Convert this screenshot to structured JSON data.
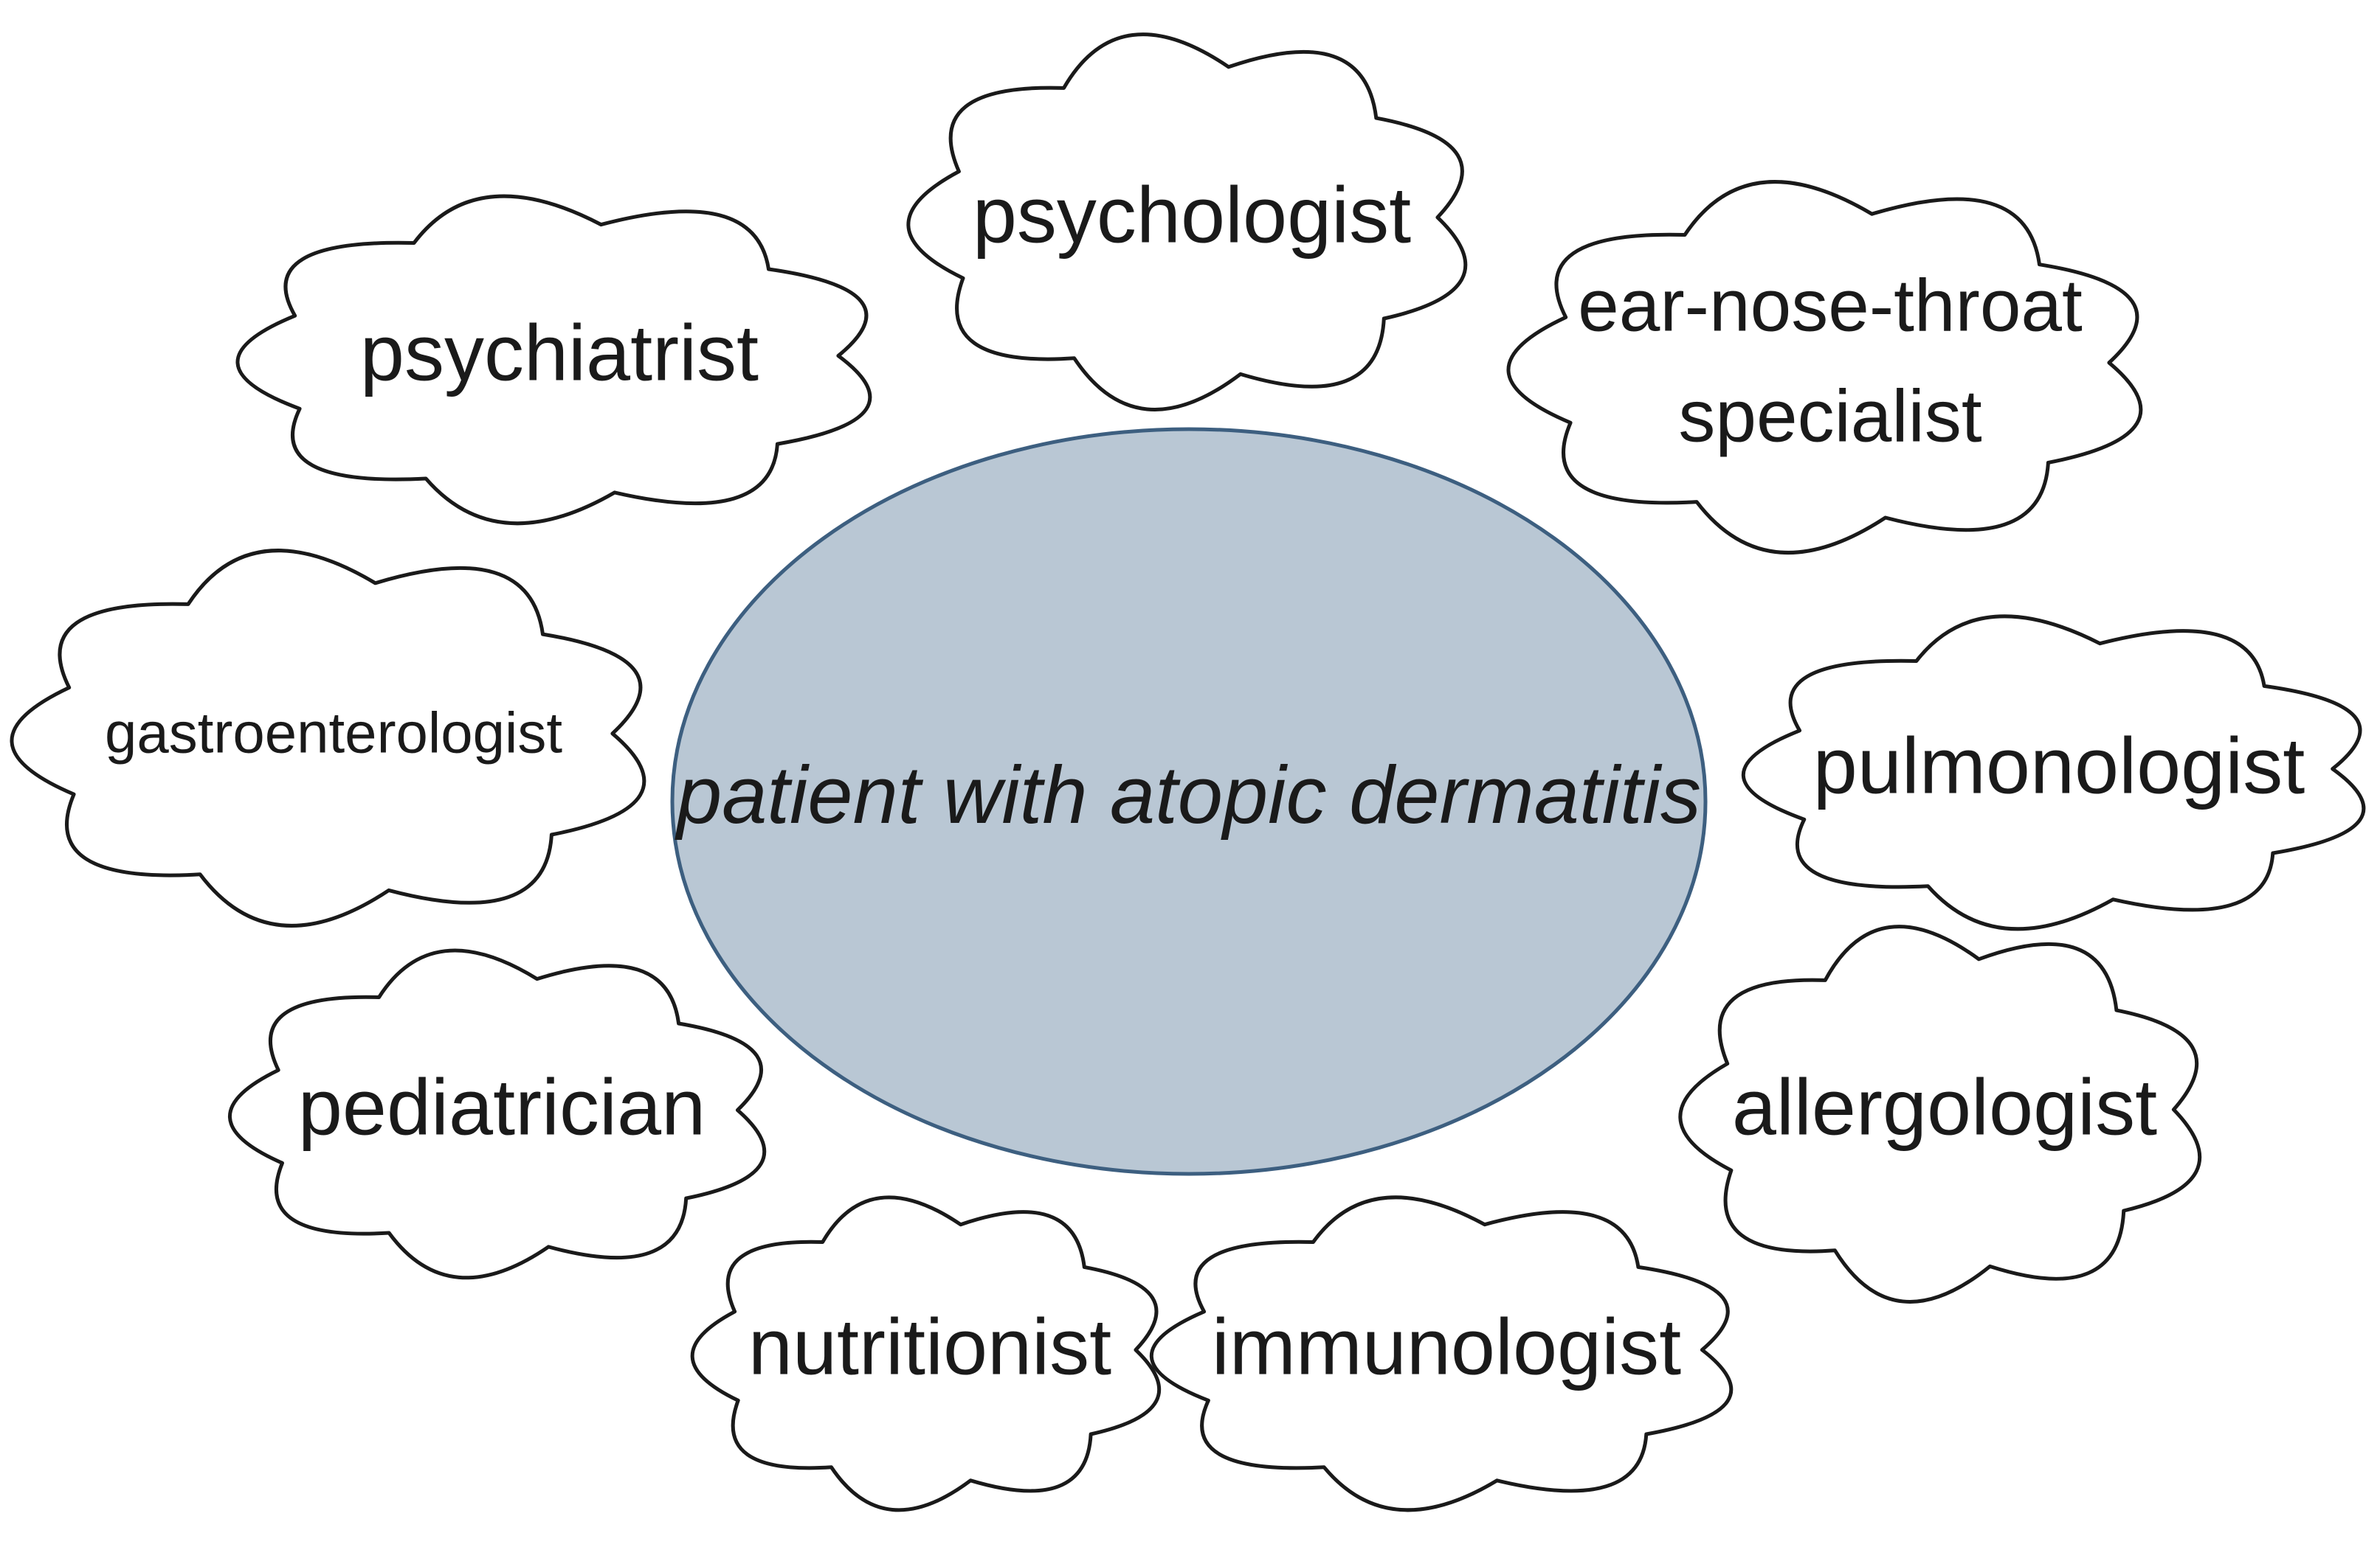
{
  "center": {
    "label": "patient with atopic dermatitis",
    "fill_color": "#b9c7d4",
    "stroke_color": "#3d5f80"
  },
  "specialists": [
    {
      "id": "psychologist",
      "lines": [
        "psychologist"
      ]
    },
    {
      "id": "psychiatrist",
      "lines": [
        "psychiatrist"
      ]
    },
    {
      "id": "ear-nose-throat-specialist",
      "lines": [
        "ear-nose-throat",
        "specialist"
      ]
    },
    {
      "id": "gastroenterologist",
      "lines": [
        "gastroenterologist"
      ]
    },
    {
      "id": "pulmonologist",
      "lines": [
        "pulmonologist"
      ]
    },
    {
      "id": "pediatrician",
      "lines": [
        "pediatrician"
      ]
    },
    {
      "id": "allergologist",
      "lines": [
        "allergologist"
      ]
    },
    {
      "id": "nutritionist",
      "lines": [
        "nutritionist"
      ]
    },
    {
      "id": "immunologist",
      "lines": [
        "immunologist"
      ]
    }
  ]
}
